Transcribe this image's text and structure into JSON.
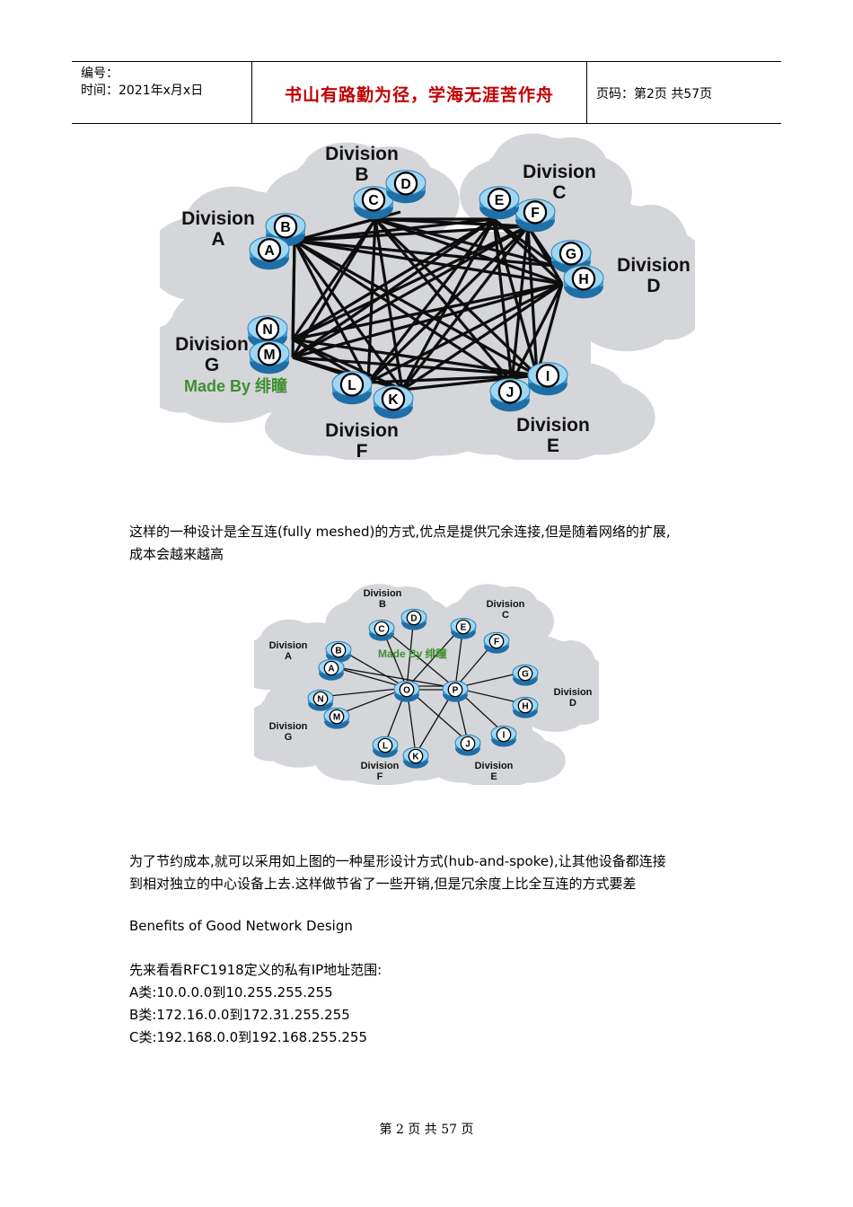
{
  "header": {
    "serial_label": "编号：",
    "date_line": "时间：2021年x月x日",
    "motto": "书山有路勤为径，学海无涯苦作舟",
    "page_info": "页码：第2页  共57页"
  },
  "figure1": {
    "watermark": "Made By 绯瞳",
    "divisions": [
      {
        "id": "B",
        "line1": "Division",
        "line2": "B"
      },
      {
        "id": "C",
        "line1": "Division",
        "line2": "C"
      },
      {
        "id": "A",
        "line1": "Division",
        "line2": "A"
      },
      {
        "id": "D",
        "line1": "Division",
        "line2": "D"
      },
      {
        "id": "G",
        "line1": "Division",
        "line2": "G"
      },
      {
        "id": "F",
        "line1": "Division",
        "line2": "F"
      },
      {
        "id": "E",
        "line1": "Division",
        "line2": "E"
      }
    ],
    "routers": [
      "A",
      "B",
      "C",
      "D",
      "E",
      "F",
      "G",
      "H",
      "I",
      "J",
      "K",
      "L",
      "M",
      "N"
    ]
  },
  "caption1": {
    "line1": "这样的一种设计是全互连(fully meshed)的方式,优点是提供冗余连接,但是随着网络的扩展,",
    "line2": "成本会越来越高"
  },
  "figure2": {
    "watermark": "Made By 绯瞳",
    "divisions": [
      {
        "id": "B",
        "line1": "Division",
        "line2": "B"
      },
      {
        "id": "C",
        "line1": "Division",
        "line2": "C"
      },
      {
        "id": "A",
        "line1": "Division",
        "line2": "A"
      },
      {
        "id": "D",
        "line1": "Division",
        "line2": "D"
      },
      {
        "id": "G",
        "line1": "Division",
        "line2": "G"
      },
      {
        "id": "F",
        "line1": "Division",
        "line2": "F"
      },
      {
        "id": "E",
        "line1": "Division",
        "line2": "E"
      }
    ],
    "routers": [
      "A",
      "B",
      "C",
      "D",
      "E",
      "F",
      "G",
      "H",
      "I",
      "J",
      "K",
      "L",
      "M",
      "N",
      "O",
      "P"
    ]
  },
  "caption2": {
    "line1": "为了节约成本,就可以采用如上图的一种星形设计方式(hub-and-spoke),让其他设备都连接",
    "line2": "到相对独立的中心设备上去.这样做节省了一些开销,但是冗余度上比全互连的方式要差"
  },
  "section_heading": "Benefits of Good Network Design",
  "rfc": {
    "intro": "先来看看RFC1918定义的私有IP地址范围:",
    "class_a": "A类:10.0.0.0到10.255.255.255",
    "class_b": "B类:172.16.0.0到172.31.255.255",
    "class_c": "C类:192.168.0.0到192.168.255.255"
  },
  "footer": "第 2 页 共 57 页",
  "colors": {
    "router_fill": "#4aa3d8",
    "router_top": "#9fd6f2",
    "cloud": "#d4d6da",
    "motto": "#c00000",
    "watermark": "#3f8f2f"
  }
}
